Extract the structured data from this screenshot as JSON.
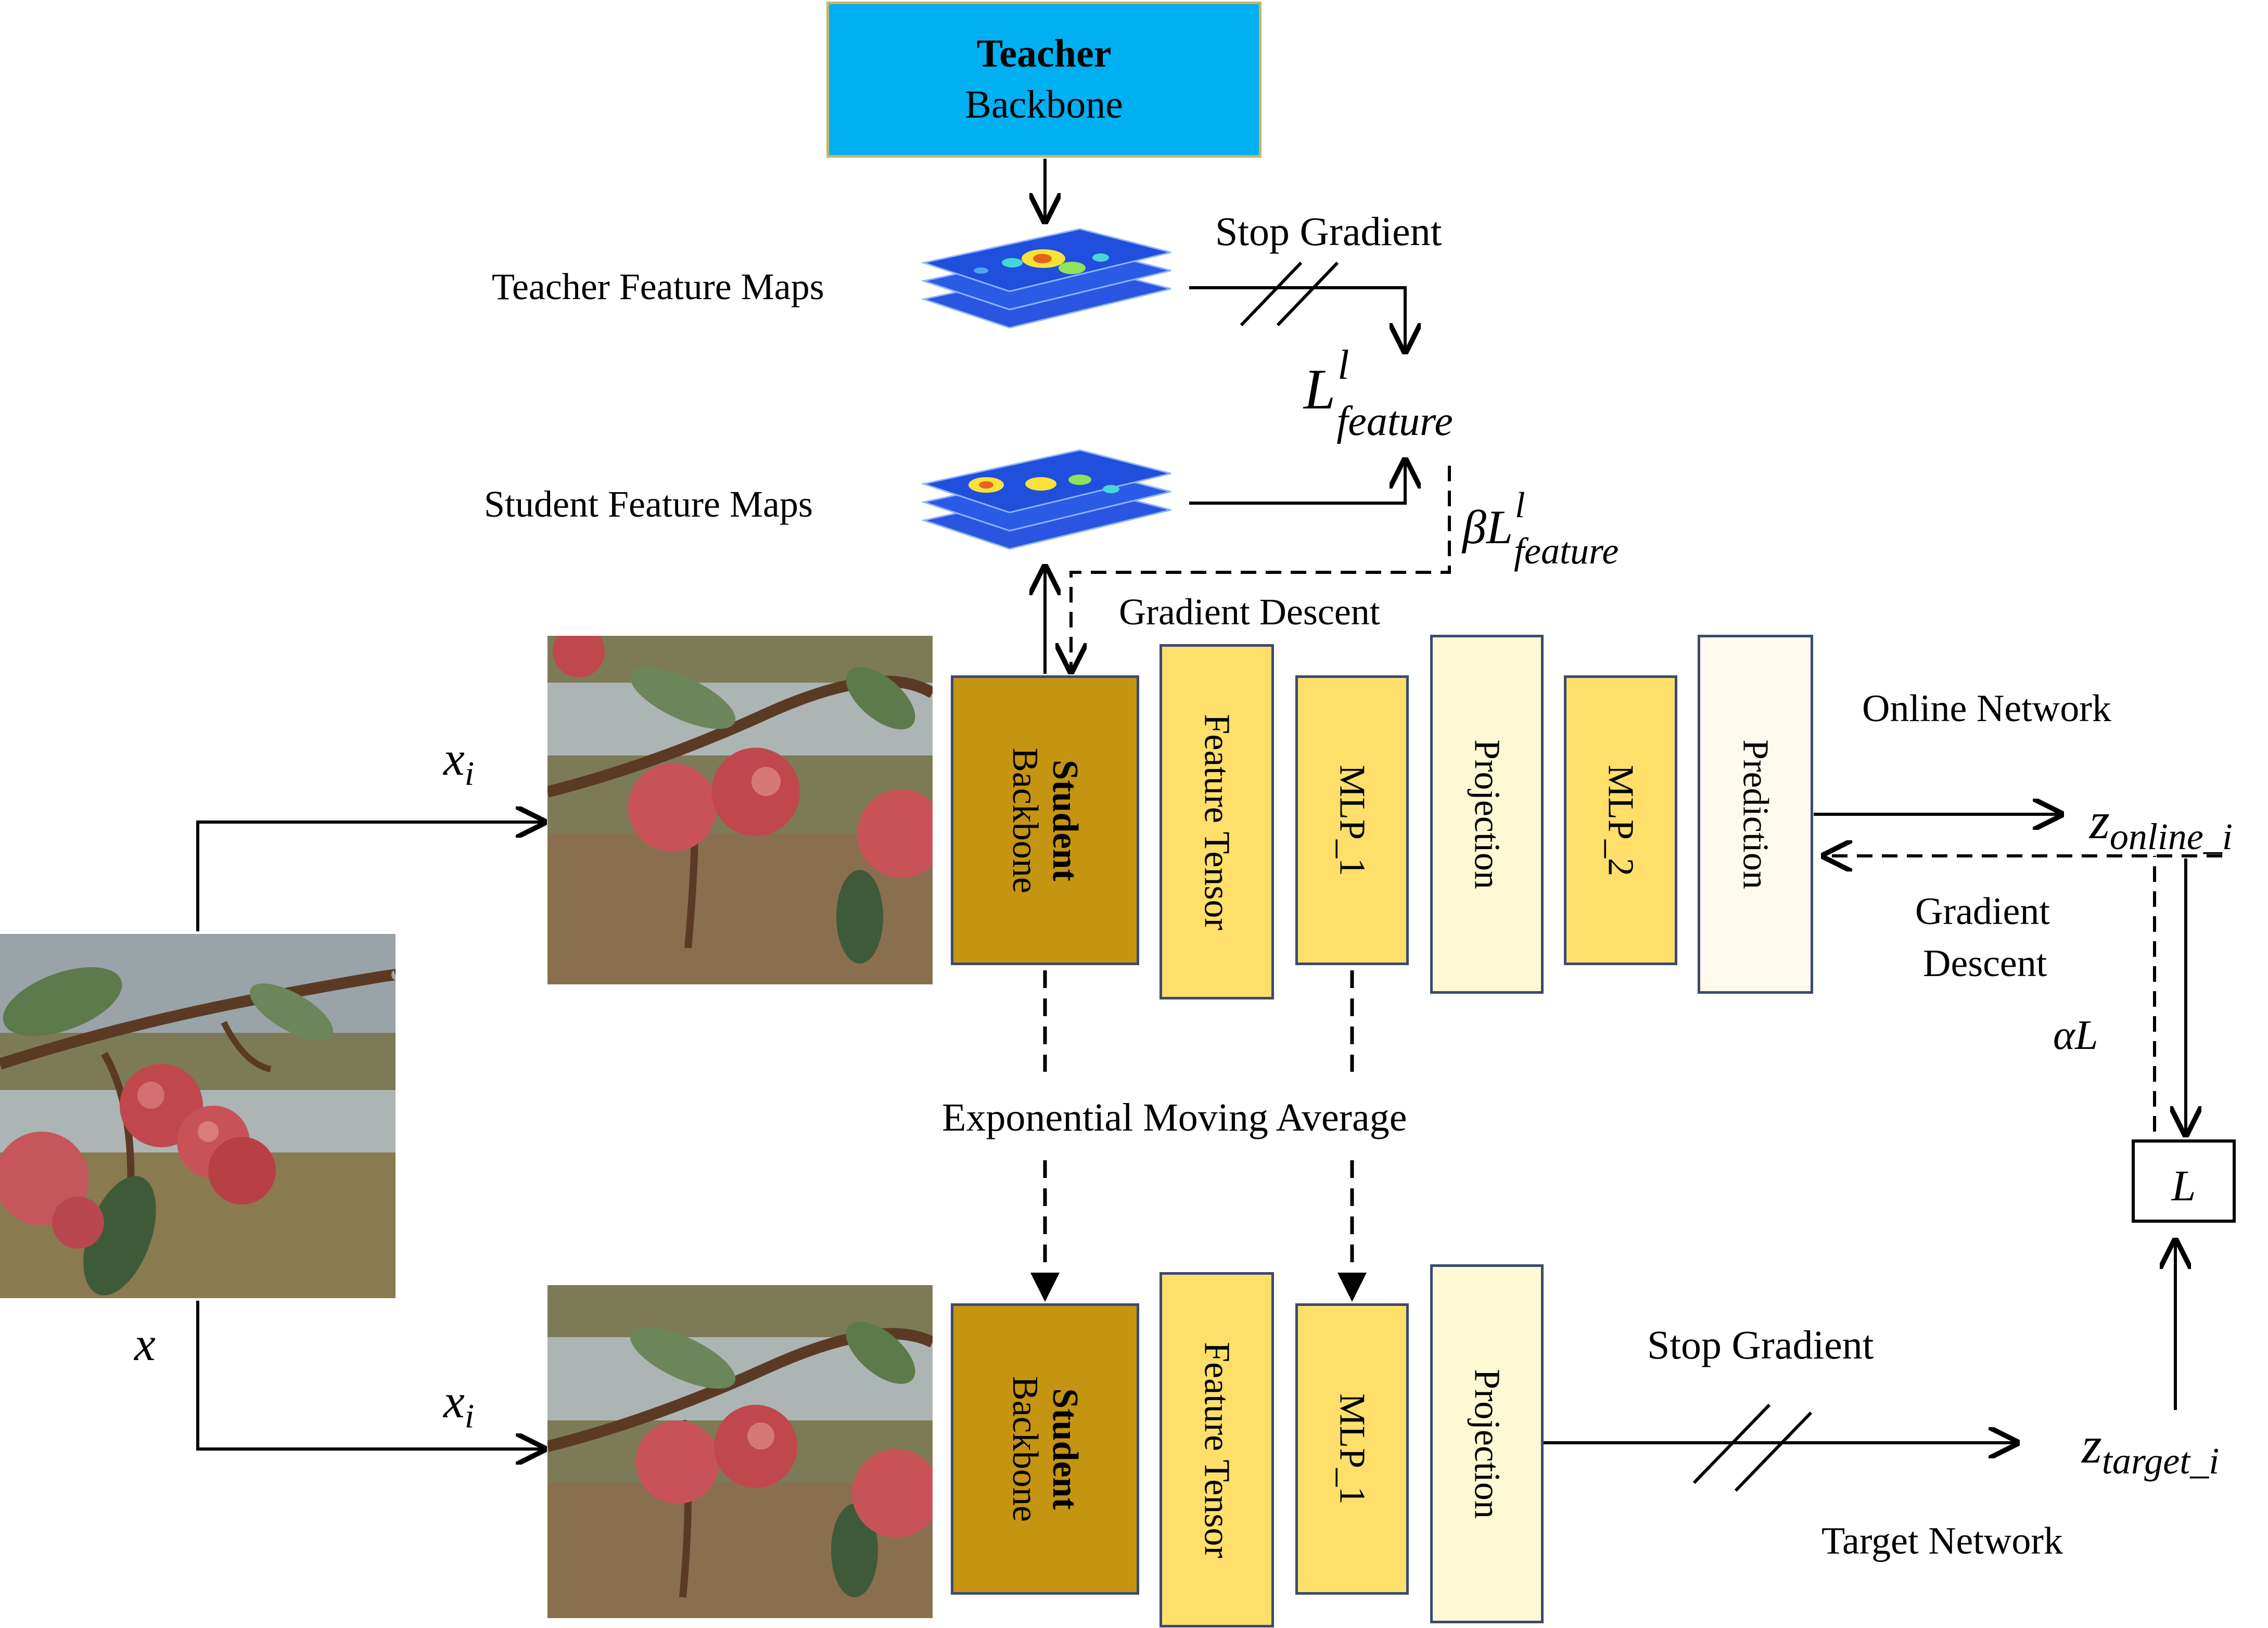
{
  "teacher": {
    "title": "Teacher",
    "subtitle": "Backbone"
  },
  "labels": {
    "teacher_maps": "Teacher Feature Maps",
    "student_maps": "Student Feature Maps",
    "stop_gradient_top": "Stop Gradient",
    "stop_gradient_bottom": "Stop Gradient",
    "gradient_descent_top": "Gradient  Descent",
    "gradient_descent_right_1": "Gradient",
    "gradient_descent_right_2": "Descent",
    "ema": "Exponential Moving Average",
    "online_network": "Online Network",
    "target_network": "Target Network"
  },
  "math": {
    "L_feature_base": "L",
    "L_feature_sup": "l",
    "L_feature_sub": "feature",
    "beta": "β",
    "alpha_L": "αL",
    "L_box": "L",
    "x": "x",
    "xi_base": "x",
    "xi_sub": "i",
    "z_online_base": "z",
    "z_online_sub": "online_i",
    "z_target_base": "z",
    "z_target_sub": "target_i"
  },
  "online_blocks": {
    "student_title": "Student",
    "student_sub": "Backbone",
    "feature_tensor": "Feature Tensor",
    "mlp1": "MLP_1",
    "projection": "Projection",
    "mlp2": "MLP_2",
    "prediction": "Prediction"
  },
  "target_blocks": {
    "student_title": "Student",
    "student_sub": "Backbone",
    "feature_tensor": "Feature Tensor",
    "mlp1": "MLP_1",
    "projection": "Projection"
  },
  "colors": {
    "teacher_fill": "#00b0f0",
    "student_fill": "#c59410",
    "feature_fill": "#fddf6a",
    "projection_fill": "#fef8d3",
    "prediction_fill": "#fffaeb",
    "border": "#3a4a72"
  },
  "images": {
    "input_photo": "apple-orchard-photo",
    "augmented_photo": "apple-orchard-crop",
    "feature_maps": "heatmap-stack"
  }
}
